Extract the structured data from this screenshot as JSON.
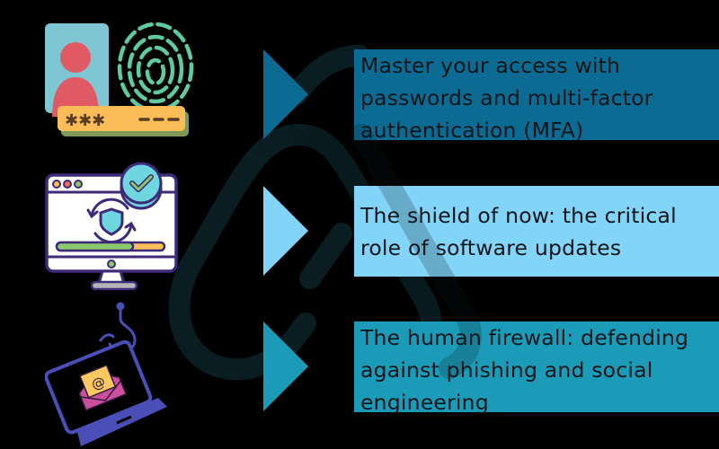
{
  "items": [
    {
      "text": "Master your access with passwords and multi-factor authentication (MFA)",
      "color": "#0b6b93",
      "icon": "password-fingerprint-icon"
    },
    {
      "text": "The shield of now: the critical role of software updates",
      "color": "#82d4f8",
      "icon": "software-update-monitor-icon"
    },
    {
      "text": "The human firewall: defending against phishing and social engineering",
      "color": "#1b9bb8",
      "icon": "phishing-laptop-icon"
    }
  ],
  "password_field": {
    "masked": "✱✱✱",
    "remaining": "– – –"
  },
  "email_symbol": "@",
  "colors": {
    "background": "#000000",
    "watermark": "#0a1f24",
    "text": "#0a1418"
  }
}
